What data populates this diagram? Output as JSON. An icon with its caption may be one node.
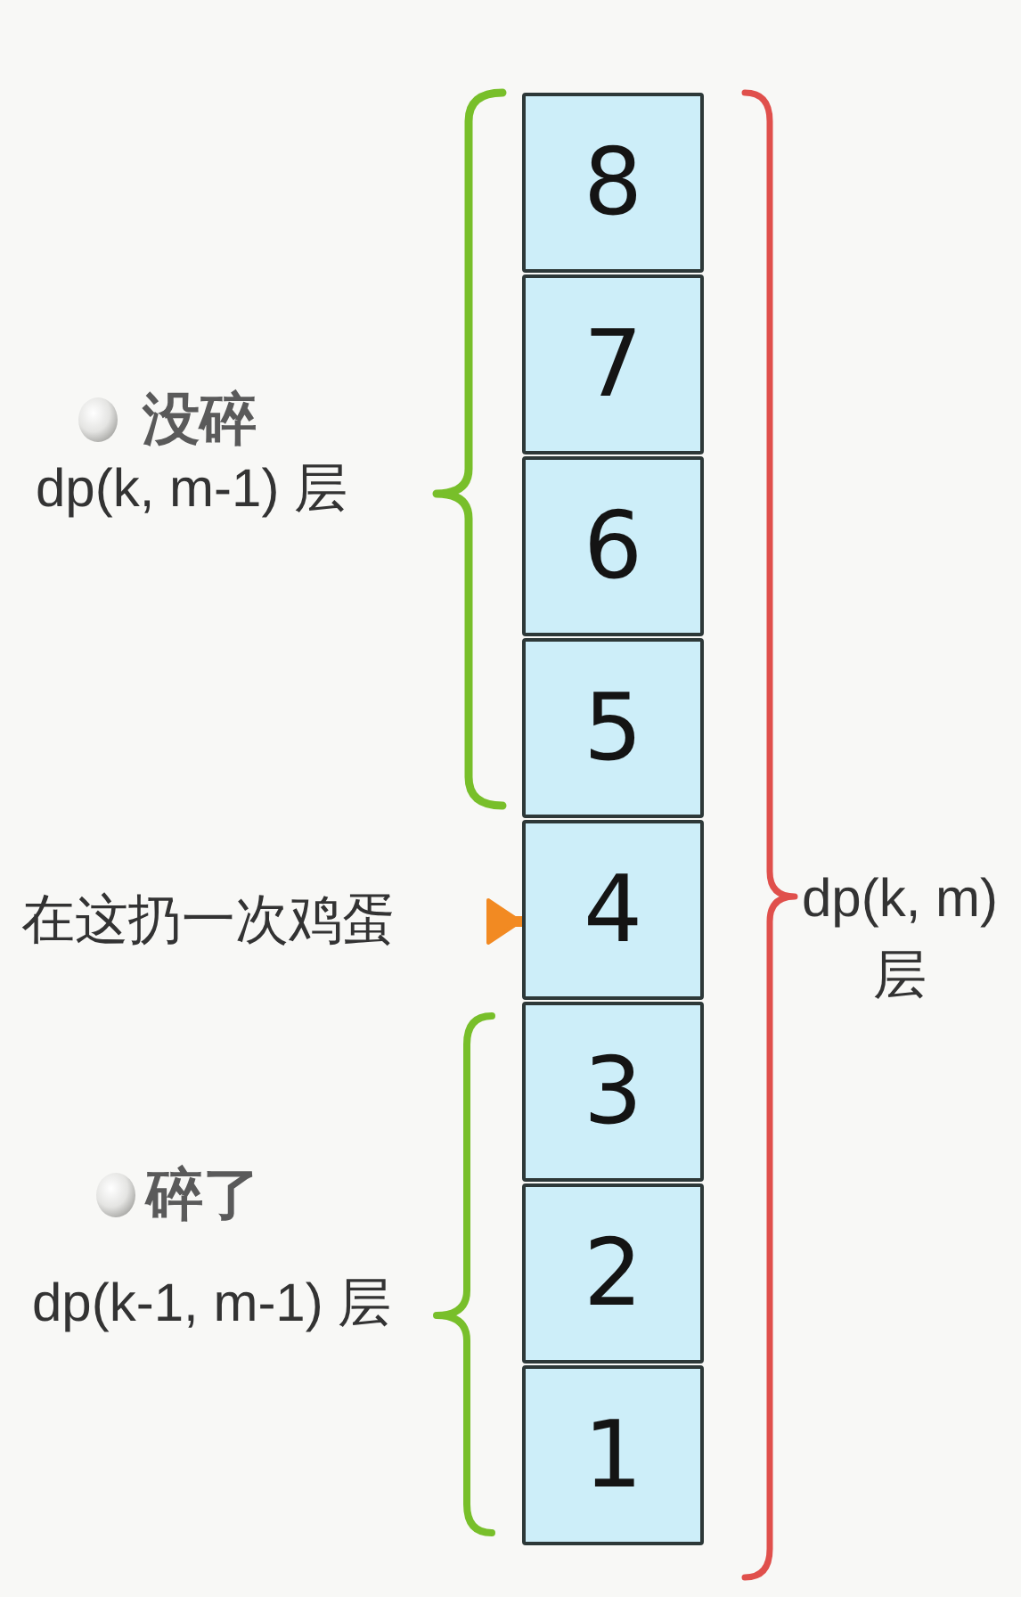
{
  "diagram": {
    "nodes": [
      {
        "text": [
          "8"
        ]
      },
      {
        "text": [
          "7"
        ]
      },
      {
        "text": [
          "6"
        ]
      },
      {
        "text": [
          "5"
        ]
      },
      {
        "text": [
          "在这扔一次鸡蛋"
        ]
      },
      {
        "text": [
          "4"
        ]
      },
      {
        "text": [
          "3"
        ]
      },
      {
        "text": [
          "2"
        ]
      },
      {
        "text": [
          "1"
        ]
      }
    ],
    "edges": [
      {
        "from": 4,
        "to": 5,
        "arrow": "to"
      }
    ],
    "labels": [
      "没碎",
      "dp(k, m-1) 层",
      "dp(k, m) 层",
      "碎了",
      "dp(k-1, m-1) 层"
    ]
  }
}
